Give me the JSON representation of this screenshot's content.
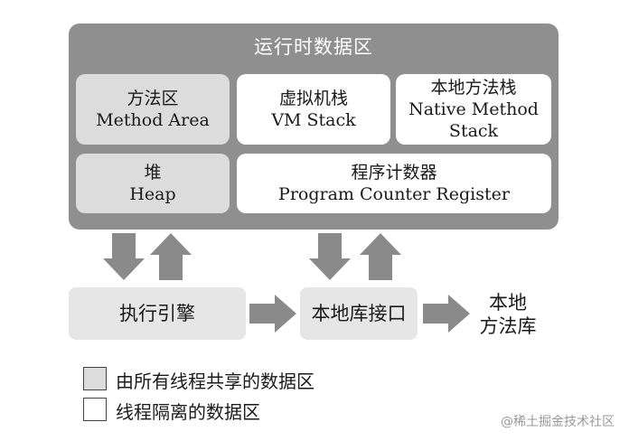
{
  "runtime_area": {
    "title": "运行时数据区"
  },
  "regions": {
    "method_area": {
      "zh": "方法区",
      "en": "Method Area"
    },
    "vm_stack": {
      "zh": "虚拟机栈",
      "en": "VM Stack"
    },
    "native_method_stack": {
      "zh": "本地方法栈",
      "en_line1": "Native Method",
      "en_line2": "Stack"
    },
    "heap": {
      "zh": "堆",
      "en": "Heap"
    },
    "program_counter": {
      "zh": "程序计数器",
      "en": "Program Counter Register"
    }
  },
  "execution_engine": {
    "label": "执行引擎"
  },
  "native_interface": {
    "label": "本地库接口"
  },
  "native_library": {
    "line1": "本地",
    "line2": "方法库"
  },
  "legend": {
    "shared": "由所有线程共享的数据区",
    "isolated": "线程隔离的数据区"
  },
  "colors": {
    "runtime_bg": "#8f8f8f",
    "shared_fill": "#dcdcdc",
    "isolated_fill": "#ffffff",
    "arrow": "#8a8a8a"
  },
  "watermark": "@稀土掘金技术社区"
}
